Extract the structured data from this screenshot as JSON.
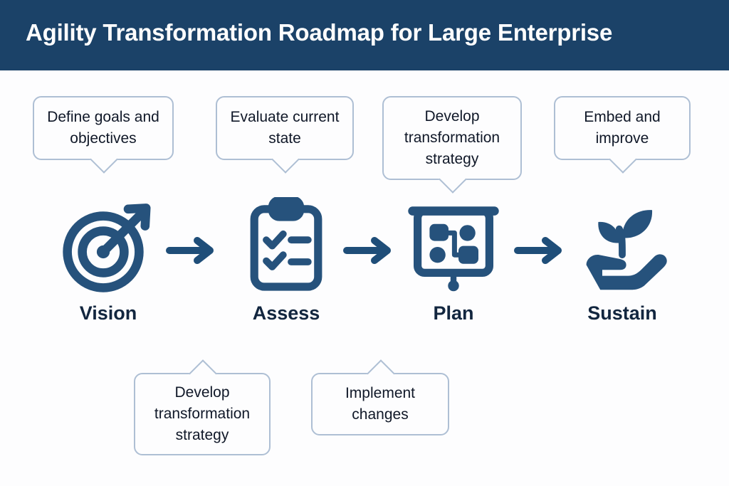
{
  "header": {
    "title": "Agility Transformation Roadmap for Large Enterprise",
    "background_color": "#1b4268",
    "text_color": "#ffffff"
  },
  "theme": {
    "page_background": "#fdfdfe",
    "icon_color": "#26527c",
    "arrow_color": "#1f4e79",
    "callout_border_color": "#aebfd4",
    "callout_text_color": "#101828",
    "step_label_color": "#12263f"
  },
  "diagram": {
    "type": "process-flow",
    "orientation": "left-to-right",
    "steps": [
      {
        "label": "Vision",
        "icon": "target-arrow-icon"
      },
      {
        "label": "Assess",
        "icon": "clipboard-checklist-icon"
      },
      {
        "label": "Plan",
        "icon": "presentation-flowchart-icon"
      },
      {
        "label": "Sustain",
        "icon": "hand-plant-icon"
      }
    ],
    "connectors": [
      {
        "icon": "arrow-right-icon"
      },
      {
        "icon": "arrow-right-icon"
      },
      {
        "icon": "arrow-right-icon"
      }
    ],
    "callouts_top": [
      {
        "text": "Define goals and objectives",
        "attached_to": "Vision",
        "tail": "down"
      },
      {
        "text": "Evaluate current state",
        "attached_to": "Assess",
        "tail": "down"
      },
      {
        "text": "Develop transformation strategy",
        "attached_to": "Plan",
        "tail": "down"
      },
      {
        "text": "Embed and improve",
        "attached_to": "Sustain",
        "tail": "down"
      }
    ],
    "callouts_bottom": [
      {
        "text": "Develop transformation strategy",
        "attached_to": "Assess",
        "tail": "up"
      },
      {
        "text": "Implement changes",
        "attached_to": "Plan",
        "tail": "up"
      }
    ]
  }
}
